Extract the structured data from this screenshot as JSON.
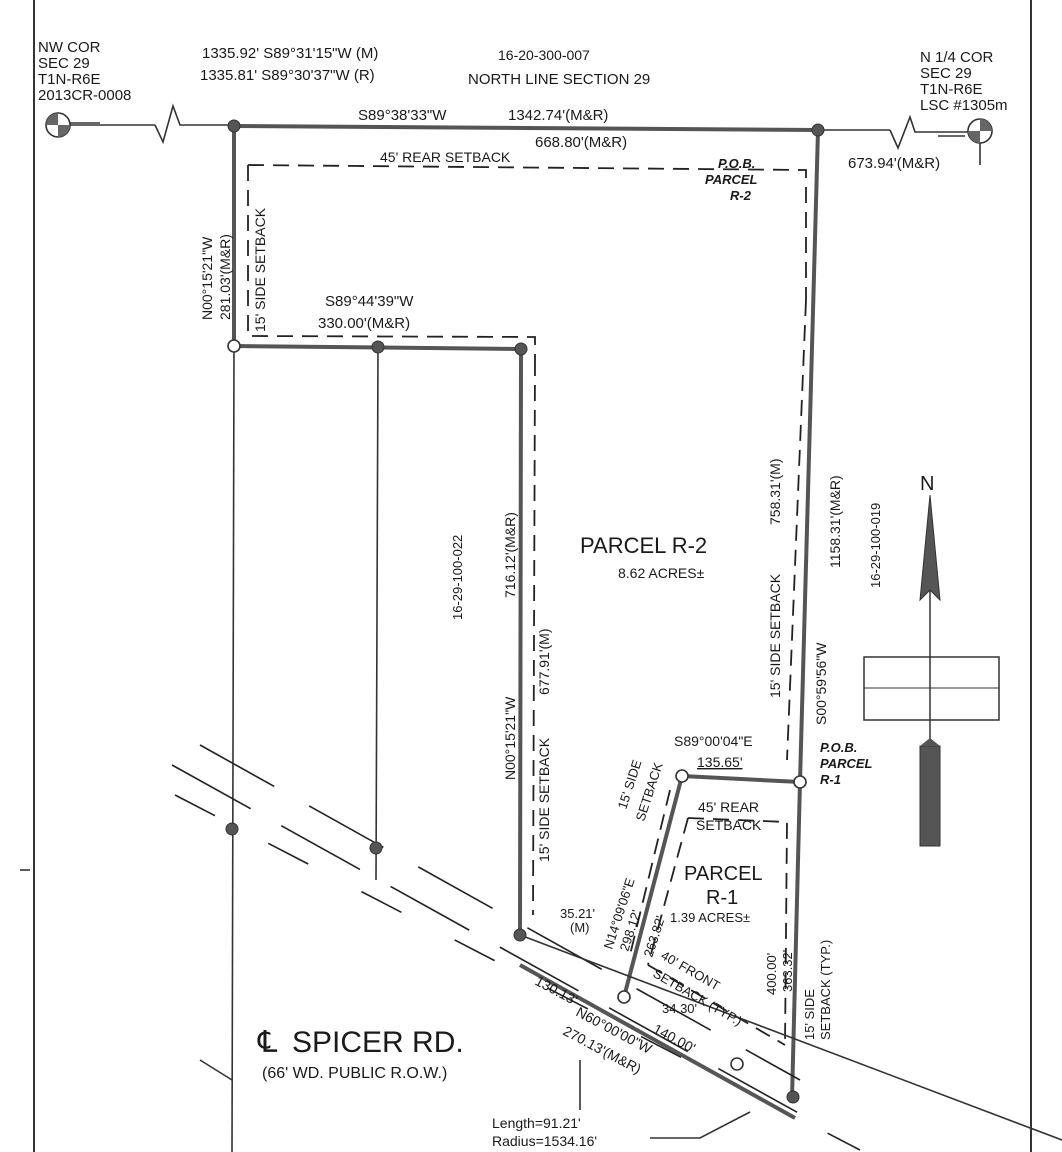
{
  "corners": {
    "nw": [
      "NW COR",
      "SEC 29",
      "T1N-R6E",
      "2013CR-0008"
    ],
    "n_quarter": [
      "N 1/4 COR",
      "SEC 29",
      "T1N-R6E",
      "LSC #1305m"
    ]
  },
  "north_line": {
    "bearing_m": "1335.92'  S89°31'15\"W  (M)",
    "bearing_r": "1335.81'  S89°30'37\"W  (R)",
    "parcel_id": "16-20-300-007",
    "label": "NORTH LINE SECTION 29",
    "bearing": "S89°38'33\"W",
    "distance": "1342.74'(M&R)",
    "sub_distance": "668.80'(M&R)",
    "east_distance": "673.94'(M&R)"
  },
  "setbacks": {
    "rear_r2": "45'  REAR  SETBACK",
    "side_r2_west": "15'  SIDE  SETBACK",
    "side_r2_mid": "15'  SIDE  SETBACK",
    "side_r2_east": "15'  SIDE  SETBACK",
    "side_r1_west_a": "15'  SIDE",
    "side_r1_west_b": "SETBACK",
    "rear_r1_a": "45'  REAR",
    "rear_r1_b": "SETBACK",
    "front_r1_a": "40'  FRONT",
    "front_r1_b": "SETBACK  (TYP.)",
    "side_r1_east_a": "15'  SIDE",
    "side_r1_east_b": "SETBACK  (TYP.)"
  },
  "pob_r2": [
    "P.O.B.",
    "PARCEL",
    "R-2"
  ],
  "pob_r1": [
    "P.O.B.",
    "PARCEL",
    "R-1"
  ],
  "west_line": {
    "bearing": "N00°15'21\"W",
    "distance": "281.03'(M&R)"
  },
  "inner_south": {
    "bearing": "S89°44'39\"W",
    "distance": "330.00'(M&R)"
  },
  "mid_line": {
    "distance": "716.12'(M&R)",
    "bearing": "N00°15'21\"W",
    "setback_distance": "677.91'(M)"
  },
  "adjacent_parcels": {
    "west": "16-29-100-022",
    "east": "16-29-100-019"
  },
  "parcel_r2": {
    "name": "PARCEL R-2",
    "area": "8.62 ACRES±"
  },
  "east_line": {
    "setback_distance": "758.31'(M)",
    "distance": "1158.31'(M&R)",
    "bearing": "S00°59'56\"W"
  },
  "r1_north": {
    "bearing": "S89°00'04\"E",
    "distance": "135.65'"
  },
  "parcel_r1": {
    "name_a": "PARCEL",
    "name_b": "R-1",
    "area": "1.39 ACRES±",
    "west_bearing": "N14°09'06\"E",
    "west_distance": "298.12'",
    "west_setback": "263.82'",
    "east_distance": "400.00'",
    "east_setback": "363.32'"
  },
  "road": {
    "name": "SPICER RD.",
    "centerline_symbol": "℄",
    "description": "(66' WD. PUBLIC R.O.W.)",
    "seg_a": "35.21'",
    "seg_a_note": "(M)",
    "seg_b": "130.13'",
    "seg_c": "34.30'",
    "seg_d": "140.00'",
    "bearing": "N60°00'00\"W",
    "distance": "270.13'(M&R)",
    "curve_length": "Length=91.21'",
    "curve_radius": "Radius=1534.16'"
  },
  "north_arrow": {
    "label": "N"
  }
}
